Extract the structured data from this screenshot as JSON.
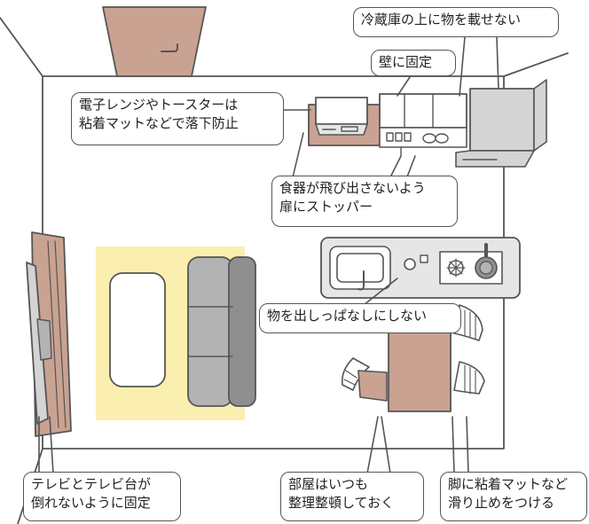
{
  "colors": {
    "outline": "#555555",
    "wall": "#ffffff",
    "wood": "#c9a291",
    "wood_dark": "#a97f6e",
    "rug": "#fbefb0",
    "gray": "#b3b3b3",
    "gray_dark": "#8f8f8f",
    "light_gray": "#e6e6e6",
    "white": "#ffffff"
  },
  "icons": [
    "door-icon",
    "microwave-icon",
    "refrigerator-icon",
    "sink-icon",
    "stove-icon",
    "frying-pan-icon",
    "tv-icon",
    "sofa-icon",
    "chair-icon"
  ],
  "callouts": {
    "fridge": {
      "line1": "冷蔵庫の上に物を載せない"
    },
    "wall_fix": {
      "line1": "壁に固定"
    },
    "microwave": {
      "line1": "電子レンジやトースターは",
      "line2": "粘着マットなどで落下防止"
    },
    "cabinet": {
      "line1": "食器が飛び出さないよう",
      "line2": "扉にストッパー"
    },
    "sink": {
      "line1": "物を出しっぱなしにしない"
    },
    "tv": {
      "line1": "テレビとテレビ台が",
      "line2": "倒れないように固定"
    },
    "room": {
      "line1": "部屋はいつも",
      "line2": "整理整頓しておく"
    },
    "legs": {
      "line1": "脚に粘着マットなど",
      "line2": "滑り止めをつける"
    }
  }
}
